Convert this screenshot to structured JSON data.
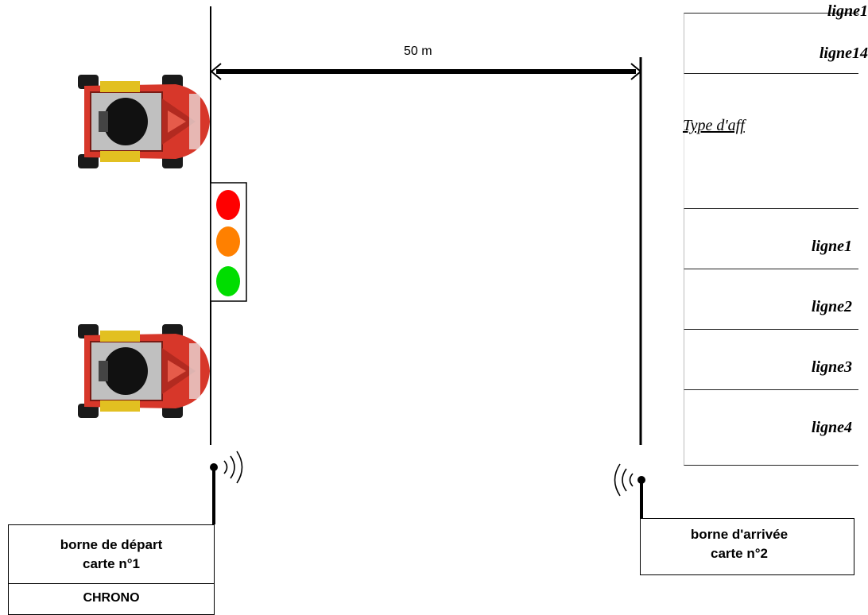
{
  "distance_label": "50 m",
  "start_box": {
    "line1": "borne de départ",
    "line2": "carte n°1",
    "chrono": "CHRONO"
  },
  "finish_box": {
    "line1": "borne d'arrivée",
    "line2": "carte n°2"
  },
  "right_panel": {
    "rows": [
      "ligne1",
      "ligne2",
      "ligne3",
      "ligne4"
    ],
    "top_labels": [
      "ligne1",
      "ligne14"
    ],
    "type_label": "Type d'aff"
  },
  "traffic_light": {
    "colors": [
      "#ff0000",
      "#ff8000",
      "#00dd00"
    ]
  }
}
